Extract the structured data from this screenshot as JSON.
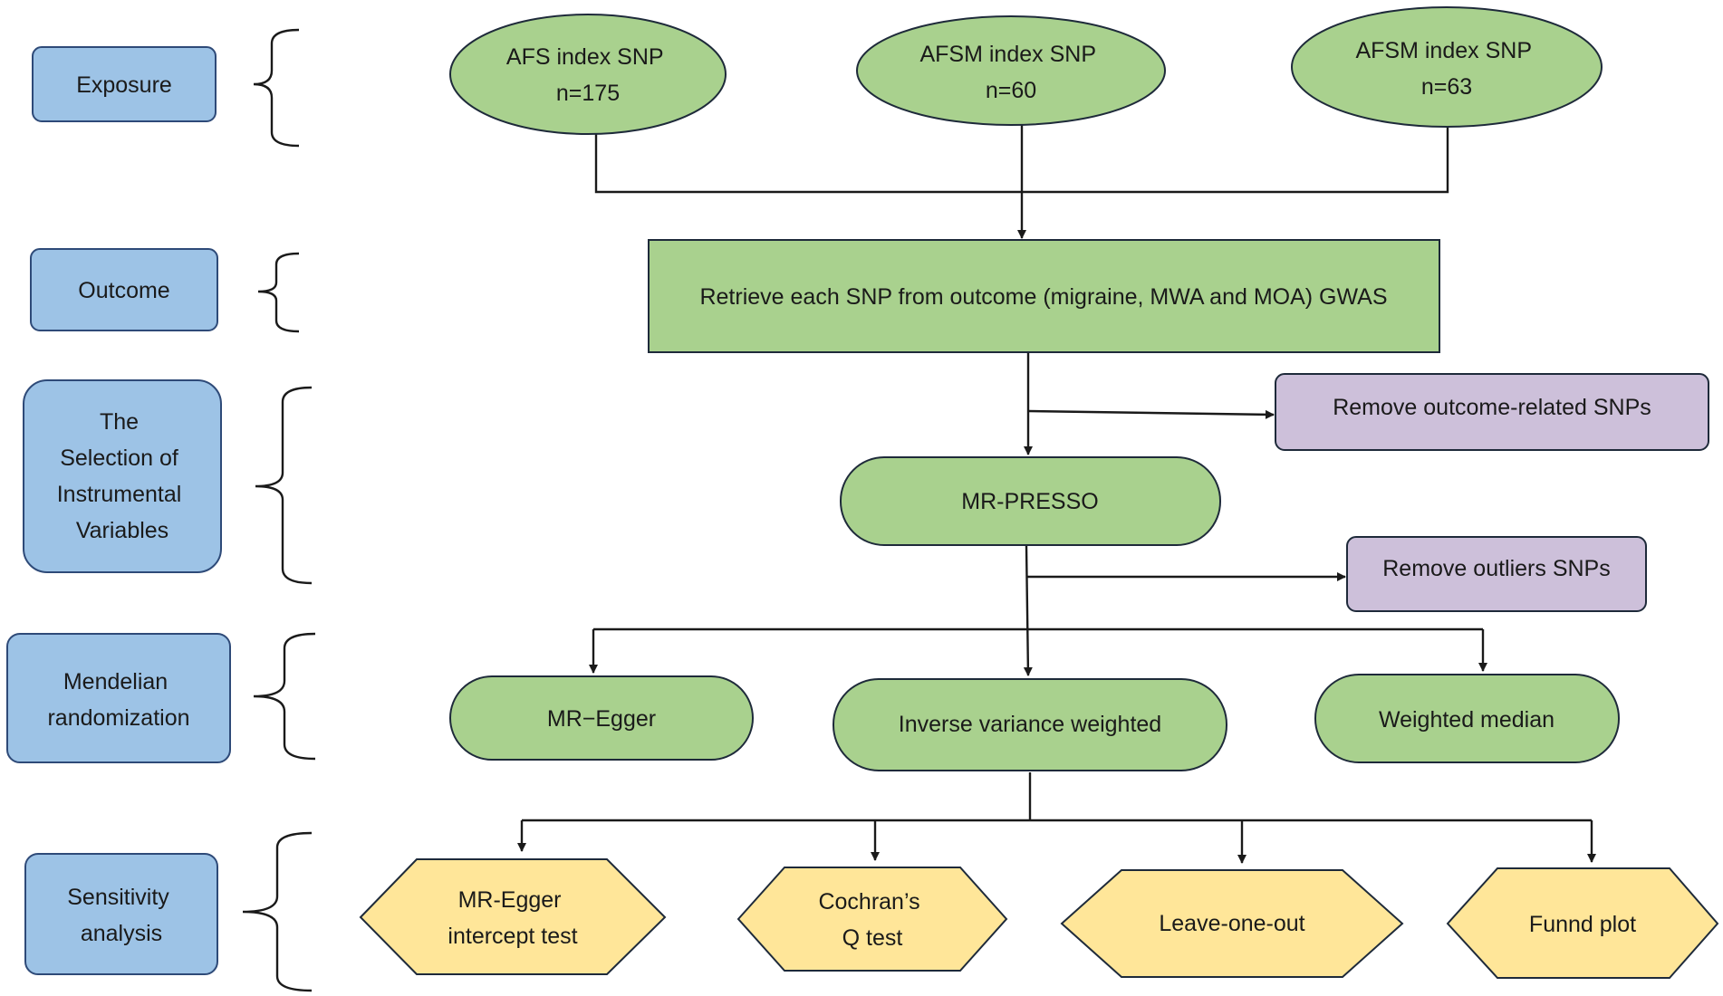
{
  "colors": {
    "stage_fill": "#9dc3e6",
    "node_fill": "#a9d18e",
    "remove_fill": "#cdc0da",
    "test_fill": "#ffe699"
  },
  "stages": {
    "exposure": [
      "Exposure"
    ],
    "outcome": [
      "Outcome"
    ],
    "selection": [
      "The",
      "Selection of",
      "Instrumental",
      "Variables"
    ],
    "mendelian": [
      "Mendelian",
      "randomization"
    ],
    "sensitivity": [
      "Sensitivity",
      "analysis"
    ]
  },
  "exposures": {
    "afs": [
      "AFS index SNP",
      "n=175"
    ],
    "afsm1": [
      "AFSM index SNP",
      "n=60"
    ],
    "afsm2": [
      "AFSM index SNP",
      "n=63"
    ]
  },
  "retrieve": "Retrieve each SNP from outcome (migraine, MWA and MOA) GWAS",
  "remove_outcome": "Remove outcome-related SNPs",
  "mr_presso": "MR-PRESSO",
  "remove_outliers": "Remove outliers SNPs",
  "methods": {
    "mr_egger": "MR−Egger",
    "ivw": "Inverse variance weighted",
    "weighted_median": "Weighted median"
  },
  "tests": {
    "intercept": [
      "MR-Egger",
      "intercept test"
    ],
    "cochran": [
      "Cochran’s",
      "Q test"
    ],
    "loo": [
      "Leave-one-out"
    ],
    "funnel": [
      "Funnd plot"
    ]
  }
}
